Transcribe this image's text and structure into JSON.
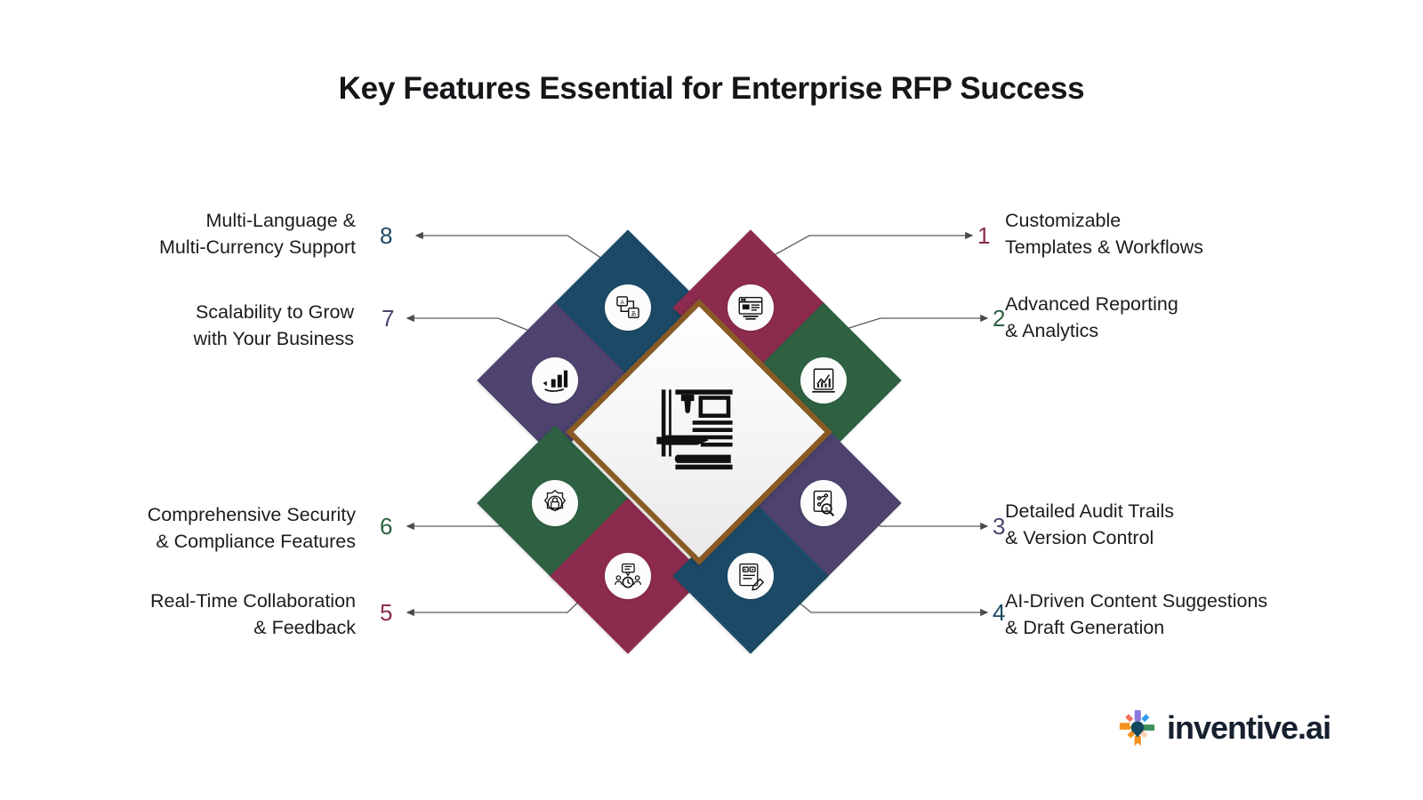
{
  "title": "Key Features Essential for Enterprise RFP Success",
  "colors": {
    "maroon": "#8C2B4E",
    "green": "#2D6141",
    "purple": "#4D436E",
    "navy": "#1C4A66",
    "center_border": "#8a5a25",
    "connector": "#5a5a5a",
    "title": "#16161a"
  },
  "center": {
    "icon": "document-pen-icon"
  },
  "items": [
    {
      "number": "1",
      "line1": "Customizable",
      "line2": "Templates & Workflows",
      "side": "right",
      "color": "#8C2B4E",
      "icon": "template-browser-icon"
    },
    {
      "number": "2",
      "line1": "Advanced Reporting",
      "line2": "& Analytics",
      "side": "right",
      "color": "#2D6141",
      "icon": "analytics-report-icon"
    },
    {
      "number": "3",
      "line1": "Detailed Audit Trails",
      "line2": "& Version Control",
      "side": "right",
      "color": "#4D436E",
      "icon": "audit-magnifier-icon"
    },
    {
      "number": "4",
      "line1": "AI-Driven Content Suggestions",
      "line2": "& Draft Generation",
      "side": "right",
      "color": "#1C4A66",
      "icon": "ai-draft-pencil-icon"
    },
    {
      "number": "5",
      "line1": "Real-Time Collaboration",
      "line2": "& Feedback",
      "side": "left",
      "color": "#8C2B4E",
      "icon": "collaboration-clock-icon"
    },
    {
      "number": "6",
      "line1": "Comprehensive Security",
      "line2": "& Compliance Features",
      "side": "left",
      "color": "#2D6141",
      "icon": "security-lock-gear-icon"
    },
    {
      "number": "7",
      "line1": "Scalability to Grow",
      "line2": "with Your Business",
      "side": "left",
      "color": "#4D436E",
      "icon": "growth-bar-chart-icon"
    },
    {
      "number": "8",
      "line1": "Multi-Language &",
      "line2": "Multi-Currency Support",
      "side": "left",
      "color": "#1C4A66",
      "icon": "language-translate-icon"
    }
  ],
  "logo": {
    "text": "inventive.ai",
    "mark": "inventive-starburst-logo"
  }
}
